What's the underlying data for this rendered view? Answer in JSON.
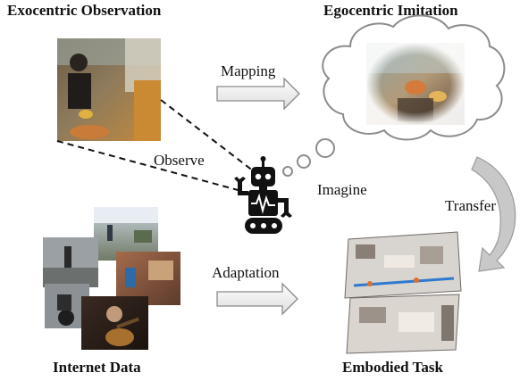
{
  "titles": {
    "exocentric": "Exocentric Observation",
    "egocentric": "Egocentric Imitation",
    "internet": "Internet Data",
    "embodied": "Embodied Task"
  },
  "labels": {
    "mapping": "Mapping",
    "observe": "Observe",
    "imagine": "Imagine",
    "transfer": "Transfer",
    "adaptation": "Adaptation"
  },
  "icons": {
    "robot": "robot-icon",
    "thought": "thought-cloud-icon"
  },
  "colors": {
    "arrow_fill": "#f2f2f2",
    "arrow_stroke": "#8a8a8a",
    "robot": "#111111",
    "text": "#111111"
  }
}
